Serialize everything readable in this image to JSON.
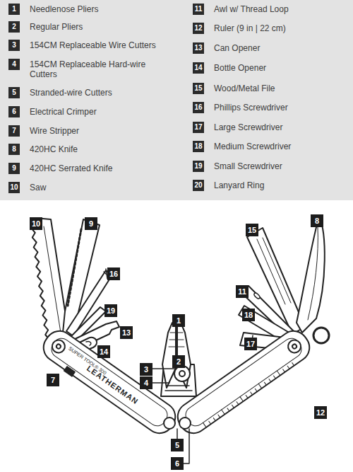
{
  "diagram": {
    "labels": [
      "1",
      "Needlenose Pliers",
      "2",
      "Regular Pliers",
      "3",
      "154CM Replaceable Wire Cutters",
      "4",
      "154CM Replaceable Hard-wire Cutters",
      "5",
      "Stranded-wire Cutters",
      "6",
      "Electrical Crimper",
      "7",
      "Wire Stripper",
      "8",
      "420HC Knife",
      "9",
      "420HC Serrated Knife",
      "10",
      "Saw",
      "11",
      "Awl w/ Thread Loop",
      "12",
      "Ruler (9 in | 22 cm)",
      "13",
      "Can Opener",
      "14",
      "Bottle Opener",
      "15",
      "Wood/Metal File",
      "16",
      "Phillips Screwdriver",
      "17",
      "Large Screwdriver",
      "18",
      "Medium Screwdriver",
      "19",
      "Small Screwdriver",
      "20",
      "Lanyard Ring",
      "10",
      "9",
      "8",
      "15",
      "16",
      "11",
      "19",
      "18",
      "13",
      "17",
      "14",
      "1",
      "7",
      "2",
      "3",
      "4",
      "12",
      "5",
      "6",
      "LEATHERMAN",
      "SUPER TOOL® 300"
    ]
  }
}
